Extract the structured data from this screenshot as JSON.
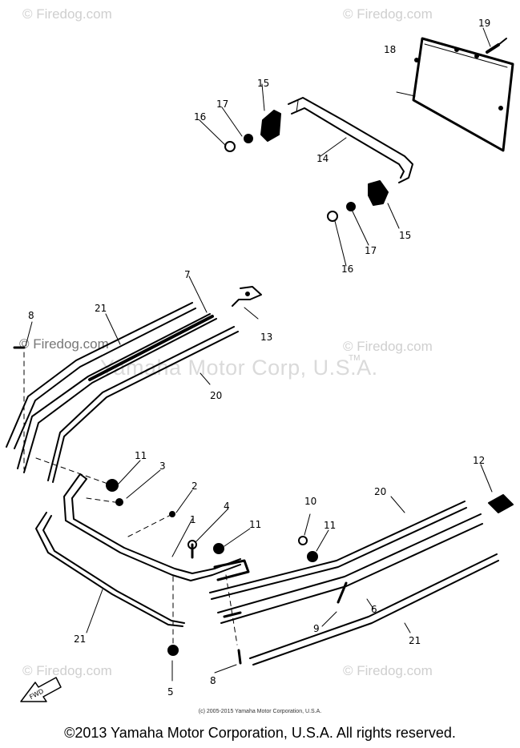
{
  "watermarks": {
    "corner": "© Firedog.com",
    "center": "Yamaha Motor Corp, U.S.A.",
    "tm": "TM"
  },
  "callouts": [
    "1",
    "2",
    "3",
    "4",
    "5",
    "6",
    "7",
    "8",
    "8",
    "9",
    "10",
    "11",
    "11",
    "11",
    "12",
    "13",
    "14",
    "15",
    "15",
    "16",
    "16",
    "17",
    "17",
    "18",
    "19",
    "20",
    "20",
    "21",
    "21",
    "21"
  ],
  "fwd_label": "FWD",
  "small_copyright": "(c) 2005-2015 Yamaha Motor Corporation, U.S.A.",
  "footer": "©2013 Yamaha Motor Corporation, U.S.A. All rights reserved."
}
